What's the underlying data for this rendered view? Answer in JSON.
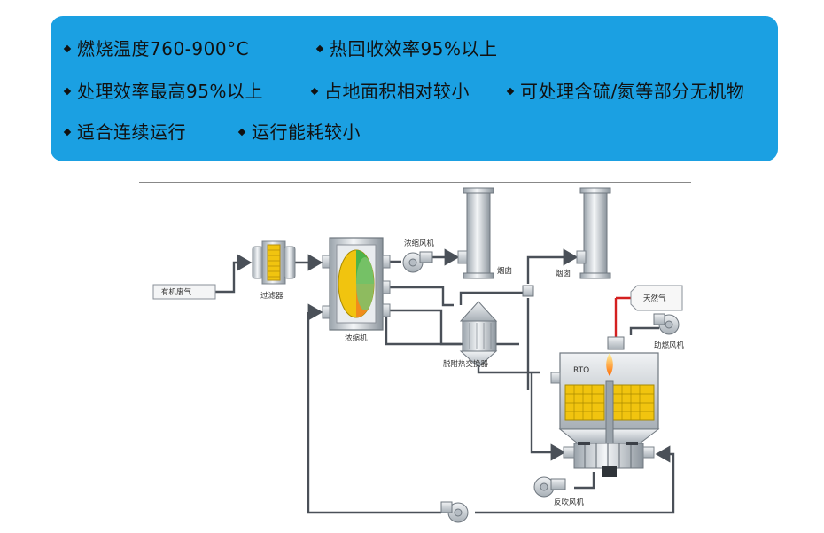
{
  "features": [
    "燃烧温度760-900°C",
    "热回收效率95%以上",
    "处理效率最高95%以上",
    "占地面积相对较小",
    "可处理含硫/氮等部分无机物",
    "适合连续运行",
    "运行能耗较小"
  ],
  "diagram": {
    "inlet_label": "有机废气",
    "filter_label": "过滤器",
    "concentrator_label": "浓缩机",
    "conc_fan_label": "浓缩风机",
    "chimney1_label": "烟囱",
    "chimney2_label": "烟囱",
    "desorb_hx_label": "脱附热交换器",
    "natural_gas_label": "天然气",
    "comb_fan_label": "助燃风机",
    "rto_label": "RTO",
    "blowback_fan_label": "反吹风机"
  }
}
